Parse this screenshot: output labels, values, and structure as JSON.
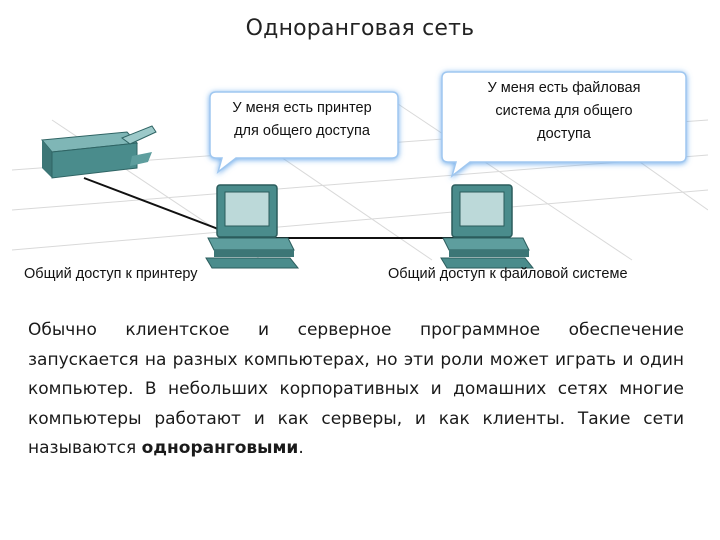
{
  "title": "Одноранговая сеть",
  "diagram": {
    "bubble_printer_line1": "У меня есть принтер",
    "bubble_printer_line2": "для общего доступа",
    "bubble_files_line1": "У меня есть файловая",
    "bubble_files_line2": "система для общего",
    "bubble_files_line3": "доступа",
    "caption_printer": "Общий доступ к принтеру",
    "caption_files": "Общий доступ к файловой системе",
    "colors": {
      "bubble_fill": "#ffffff",
      "bubble_border": "#9fc7f0",
      "bubble_glow": "#5aa0e8",
      "device_teal": "#4a8c8c",
      "device_light": "#7fb6b6",
      "screen": "#bcd9d9",
      "cable": "#111111"
    }
  },
  "body": {
    "text_part1": "Обычно клиентское и серверное программное обеспечение запускается на разных компьютерах, но эти роли может играть и один компьютер. В небольших корпоративных и домашних сетях многие компьютеры работают и как серверы, и как клиенты. Такие сети называются ",
    "text_bold": "одноранговыми",
    "text_part2": "."
  }
}
